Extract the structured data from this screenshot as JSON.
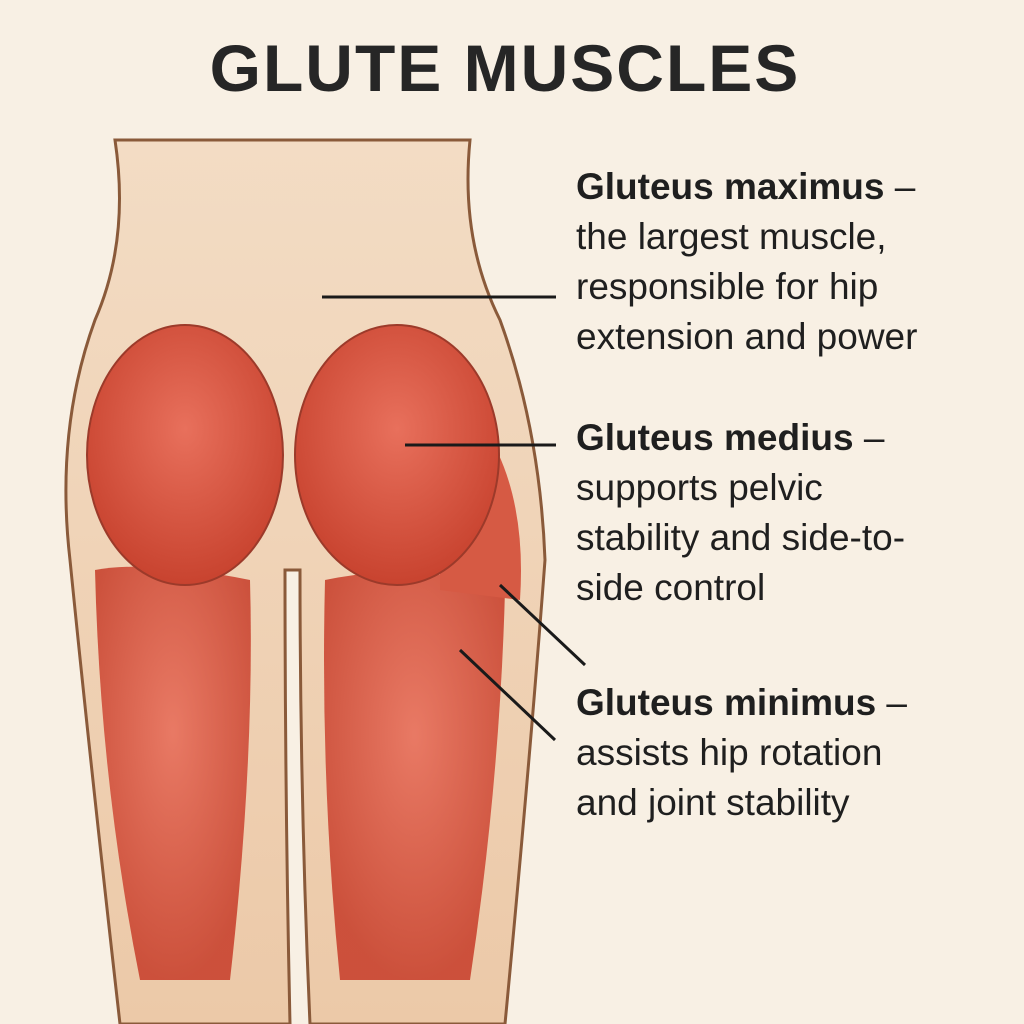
{
  "title": "GLUTE MUSCLES",
  "labels": [
    {
      "name": "Gluteus maximus",
      "dash": " –",
      "lines": [
        "the largest muscle,",
        "responsible for hip",
        "extension and power"
      ]
    },
    {
      "name": "Gluteus medius",
      "dash": " –",
      "lines": [
        "supports pelvic",
        "stability and side-to-",
        "side control"
      ]
    },
    {
      "name": "Gluteus minimus",
      "dash": " –",
      "lines": [
        "assists hip rotation",
        "and joint stability"
      ]
    }
  ],
  "colors": {
    "background": "#f8f0e4",
    "skin": "#efcfb0",
    "muscle": "#d9533f",
    "outline": "#8a5a3a",
    "leader": "#1a1a1a"
  }
}
